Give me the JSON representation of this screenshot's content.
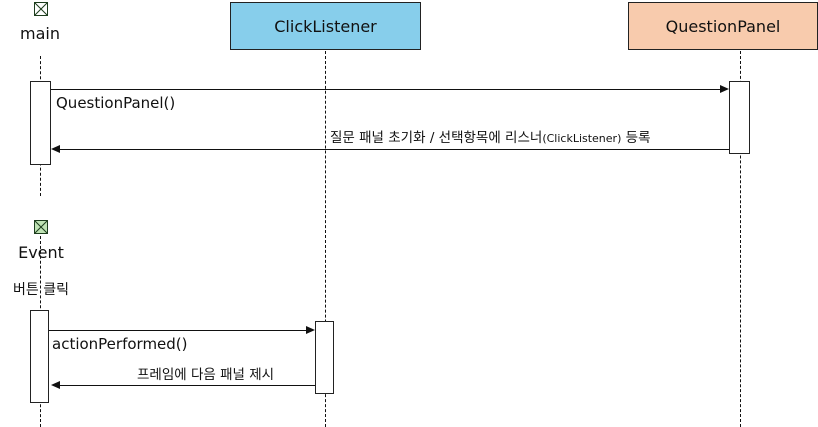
{
  "participants": {
    "main": {
      "label": "main",
      "icon": "boundary-box-icon",
      "color": "#ffffff"
    },
    "event": {
      "label": "Event",
      "icon": "boundary-box-icon",
      "color": "#bfe3b4",
      "note": "버튼 클릭"
    },
    "click_listener": {
      "label": "ClickListener",
      "color": "#87ceeb"
    },
    "question_panel": {
      "label": "QuestionPanel",
      "color": "#f8cbad"
    }
  },
  "messages": [
    {
      "from": "main",
      "to": "QuestionPanel",
      "label": "QuestionPanel()",
      "kind": "call"
    },
    {
      "from": "QuestionPanel",
      "to": "main",
      "label_prefix": "질문 패널 초기화 / 선택항목에 리스너",
      "label_mid": "(ClickListener)",
      "label_suffix": " 등록",
      "kind": "return"
    },
    {
      "from": "Event",
      "to": "ClickListener",
      "label": "actionPerformed()",
      "kind": "call"
    },
    {
      "from": "ClickListener",
      "to": "Event",
      "label": "프레임에 다음 패널 제시",
      "kind": "return"
    }
  ]
}
